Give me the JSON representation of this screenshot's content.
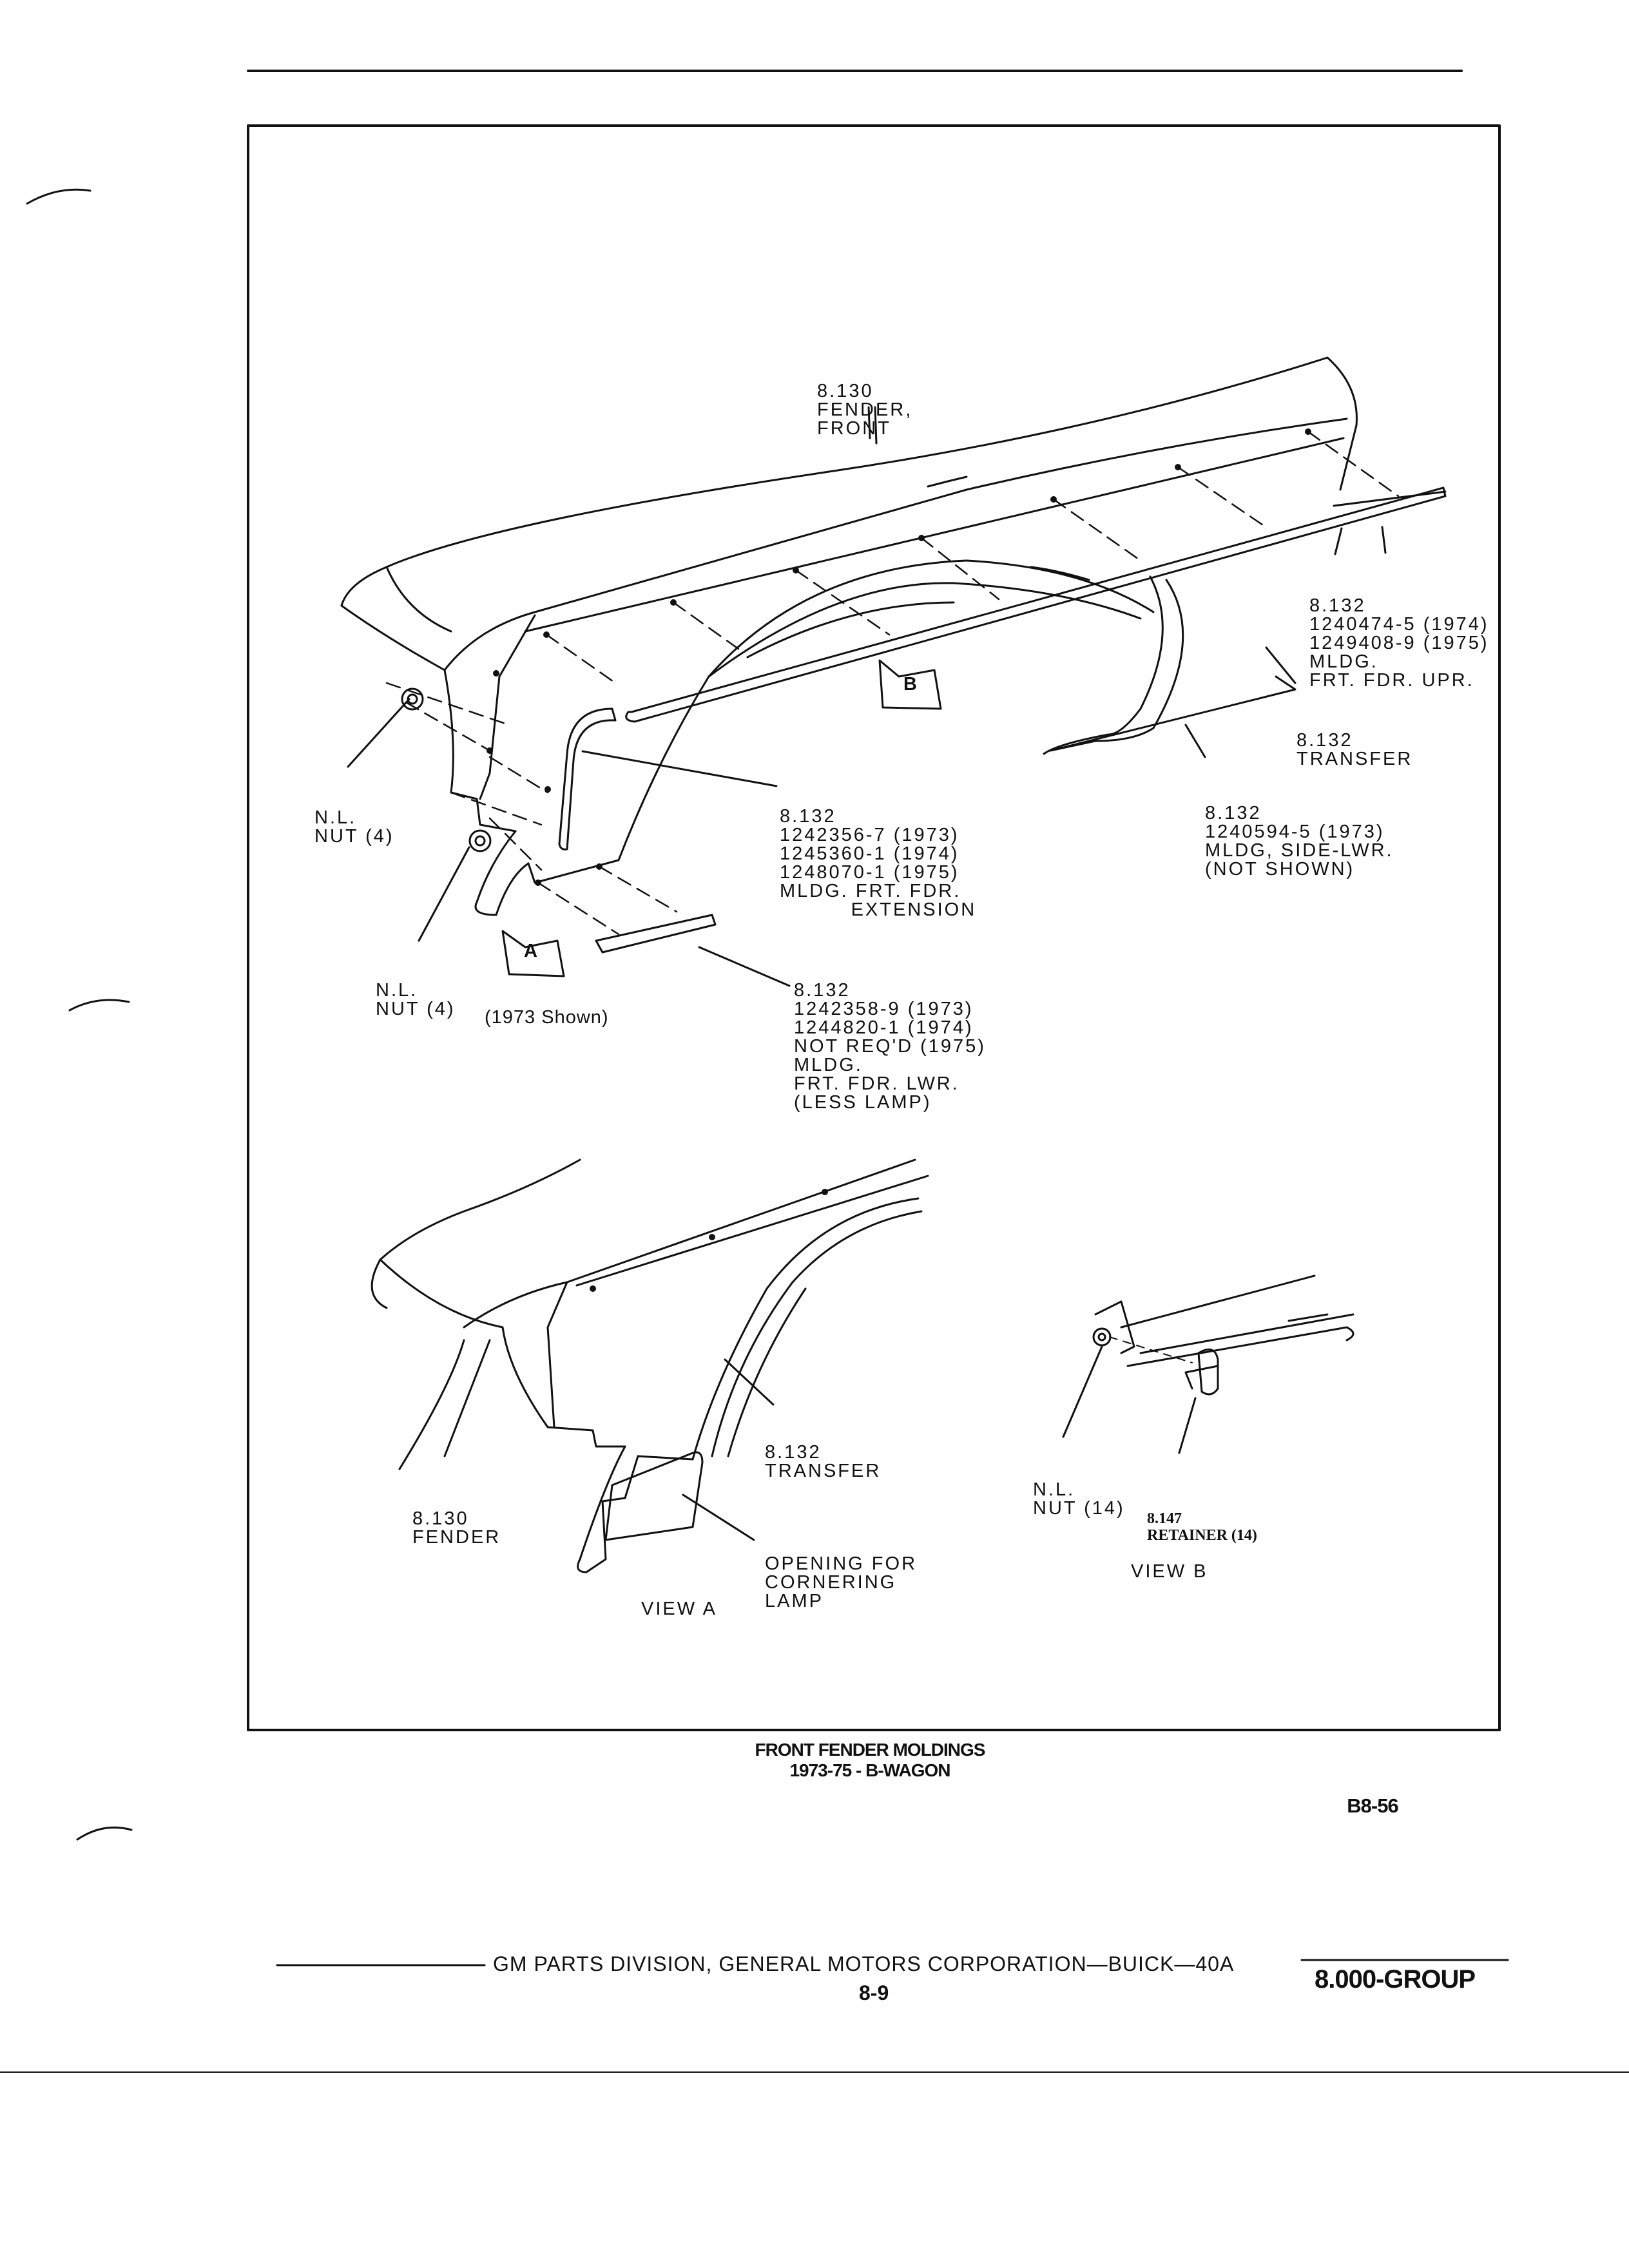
{
  "callouts": {
    "fender_front": [
      "8.130",
      "FENDER,",
      "FRONT"
    ],
    "mldg_upper": [
      "8.132",
      "1240474-5 (1974)",
      "1249408-9 (1975)",
      "MLDG.",
      "FRT. FDR. UPR."
    ],
    "transfer_top": [
      "8.132",
      "TRANSFER"
    ],
    "mldg_side_lwr": [
      "8.132",
      "1240594-5 (1973)",
      "MLDG, SIDE-LWR.",
      "(NOT SHOWN)"
    ],
    "nut_upper": [
      "N.L.",
      "NUT (4)"
    ],
    "mldg_extension": [
      "8.132",
      "1242356-7 (1973)",
      "1245360-1 (1974)",
      "1248070-1 (1975)",
      "MLDG. FRT. FDR.",
      "          EXTENSION"
    ],
    "nut_lower": [
      "N.L.",
      "NUT (4)"
    ],
    "shown_1973": "(1973 Shown)",
    "mldg_lower": [
      "8.132",
      "1242358-9 (1973)",
      "1244820-1 (1974)",
      "NOT REQ'D (1975)",
      "MLDG.",
      "FRT. FDR. LWR.",
      "(LESS LAMP)"
    ],
    "fender_view_a": [
      "8.130",
      "FENDER"
    ],
    "transfer_view_a": [
      "8.132",
      "TRANSFER"
    ],
    "opening_lamp": [
      "OPENING FOR",
      "CORNERING",
      "LAMP"
    ],
    "view_a": "VIEW A",
    "nut_view_b": [
      "N.L.",
      "NUT (14)"
    ],
    "retainer": [
      "8.147",
      "RETAINER (14)"
    ],
    "view_b": "VIEW B",
    "marker_a": "A",
    "marker_b": "B"
  },
  "caption": {
    "line1": "FRONT FENDER MOLDINGS",
    "line2": "1973-75 - B-WAGON",
    "code": "B8-56"
  },
  "footer": {
    "publisher": "GM PARTS DIVISION,  GENERAL MOTORS CORPORATION—BUICK—40A",
    "page": "8-9",
    "group": "8.000-GROUP"
  }
}
